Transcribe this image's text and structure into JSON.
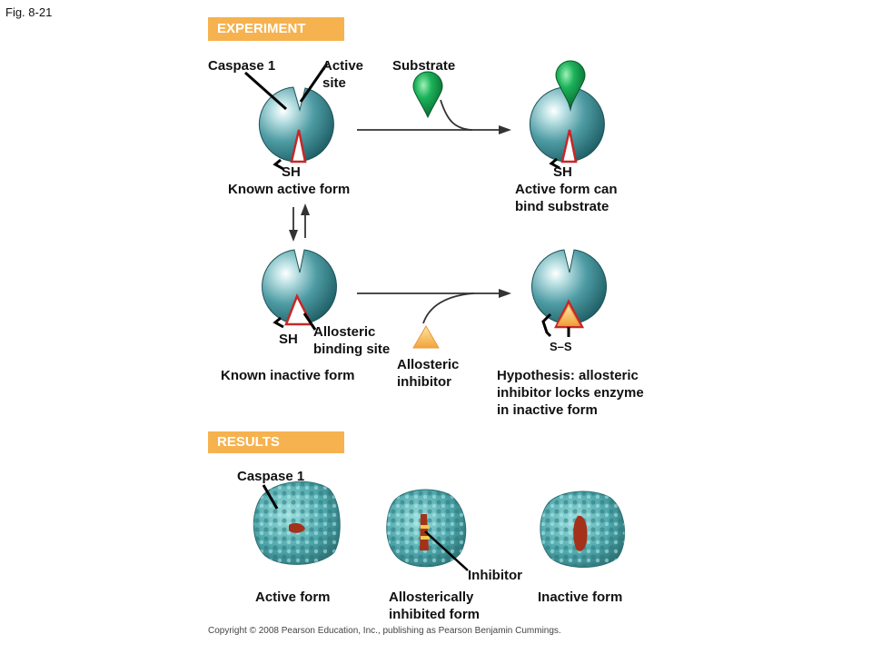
{
  "figure_label": "Fig. 8-21",
  "experiment": {
    "banner": "EXPERIMENT",
    "caspase_label": "Caspase 1",
    "active_site_label": "Active\nsite",
    "substrate_label": "Substrate",
    "sh_label": "SH",
    "known_active_form": "Known active form",
    "active_form_can_bind": "Active form can\nbind substrate",
    "allosteric_binding_site": "Allosteric\nbinding site",
    "allosteric_inhibitor": "Allosteric\ninhibitor",
    "known_inactive_form": "Known inactive form",
    "ss_label": "S–S",
    "hypothesis": "Hypothesis: allosteric\ninhibitor locks enzyme\nin inactive form"
  },
  "results": {
    "banner": "RESULTS",
    "caspase_label": "Caspase 1",
    "inhibitor_label": "Inhibitor",
    "active_form": "Active form",
    "allosterically_inhibited_form": "Allosterically\ninhibited form",
    "inactive_form": "Inactive form"
  },
  "copyright": "Copyright © 2008 Pearson Education, Inc., publishing as Pearson Benjamin Cummings.",
  "colors": {
    "banner": "#f6b24f",
    "enzyme": "#3f8e96",
    "enzyme_highlight": "#ffffff",
    "substrate": "#0f9a4a",
    "inhibitor": "#f8b95a",
    "site_red": "#c62828",
    "protein_surface": "#5fb3b6"
  }
}
